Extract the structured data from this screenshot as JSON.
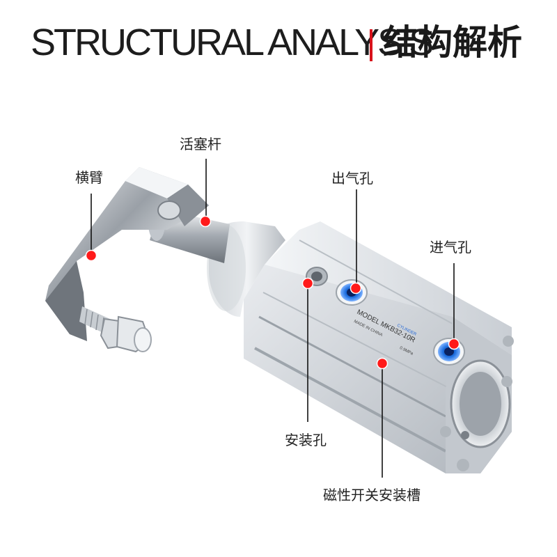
{
  "header": {
    "title_en": "STRUCTURAL ANALYSIS",
    "title_cn": "结构解析",
    "accent_color": "#d8121b"
  },
  "product": {
    "model_line": "MODEL MKB32-10R",
    "origin_line": "MADE IN CHINA",
    "brand_line": "CYLINDER",
    "pressure_line": "0.9MPa"
  },
  "callouts": {
    "arm": "横臂",
    "piston_rod": "活塞杆",
    "outlet_port": "出气孔",
    "inlet_port": "进气孔",
    "mount_hole": "安装孔",
    "switch_slot": "磁性开关安装槽"
  },
  "colors": {
    "dot": "#ff1a1a",
    "leader_line": "#111111",
    "port_blue": "#1e6fe0",
    "aluminum": "#d9dde2"
  }
}
